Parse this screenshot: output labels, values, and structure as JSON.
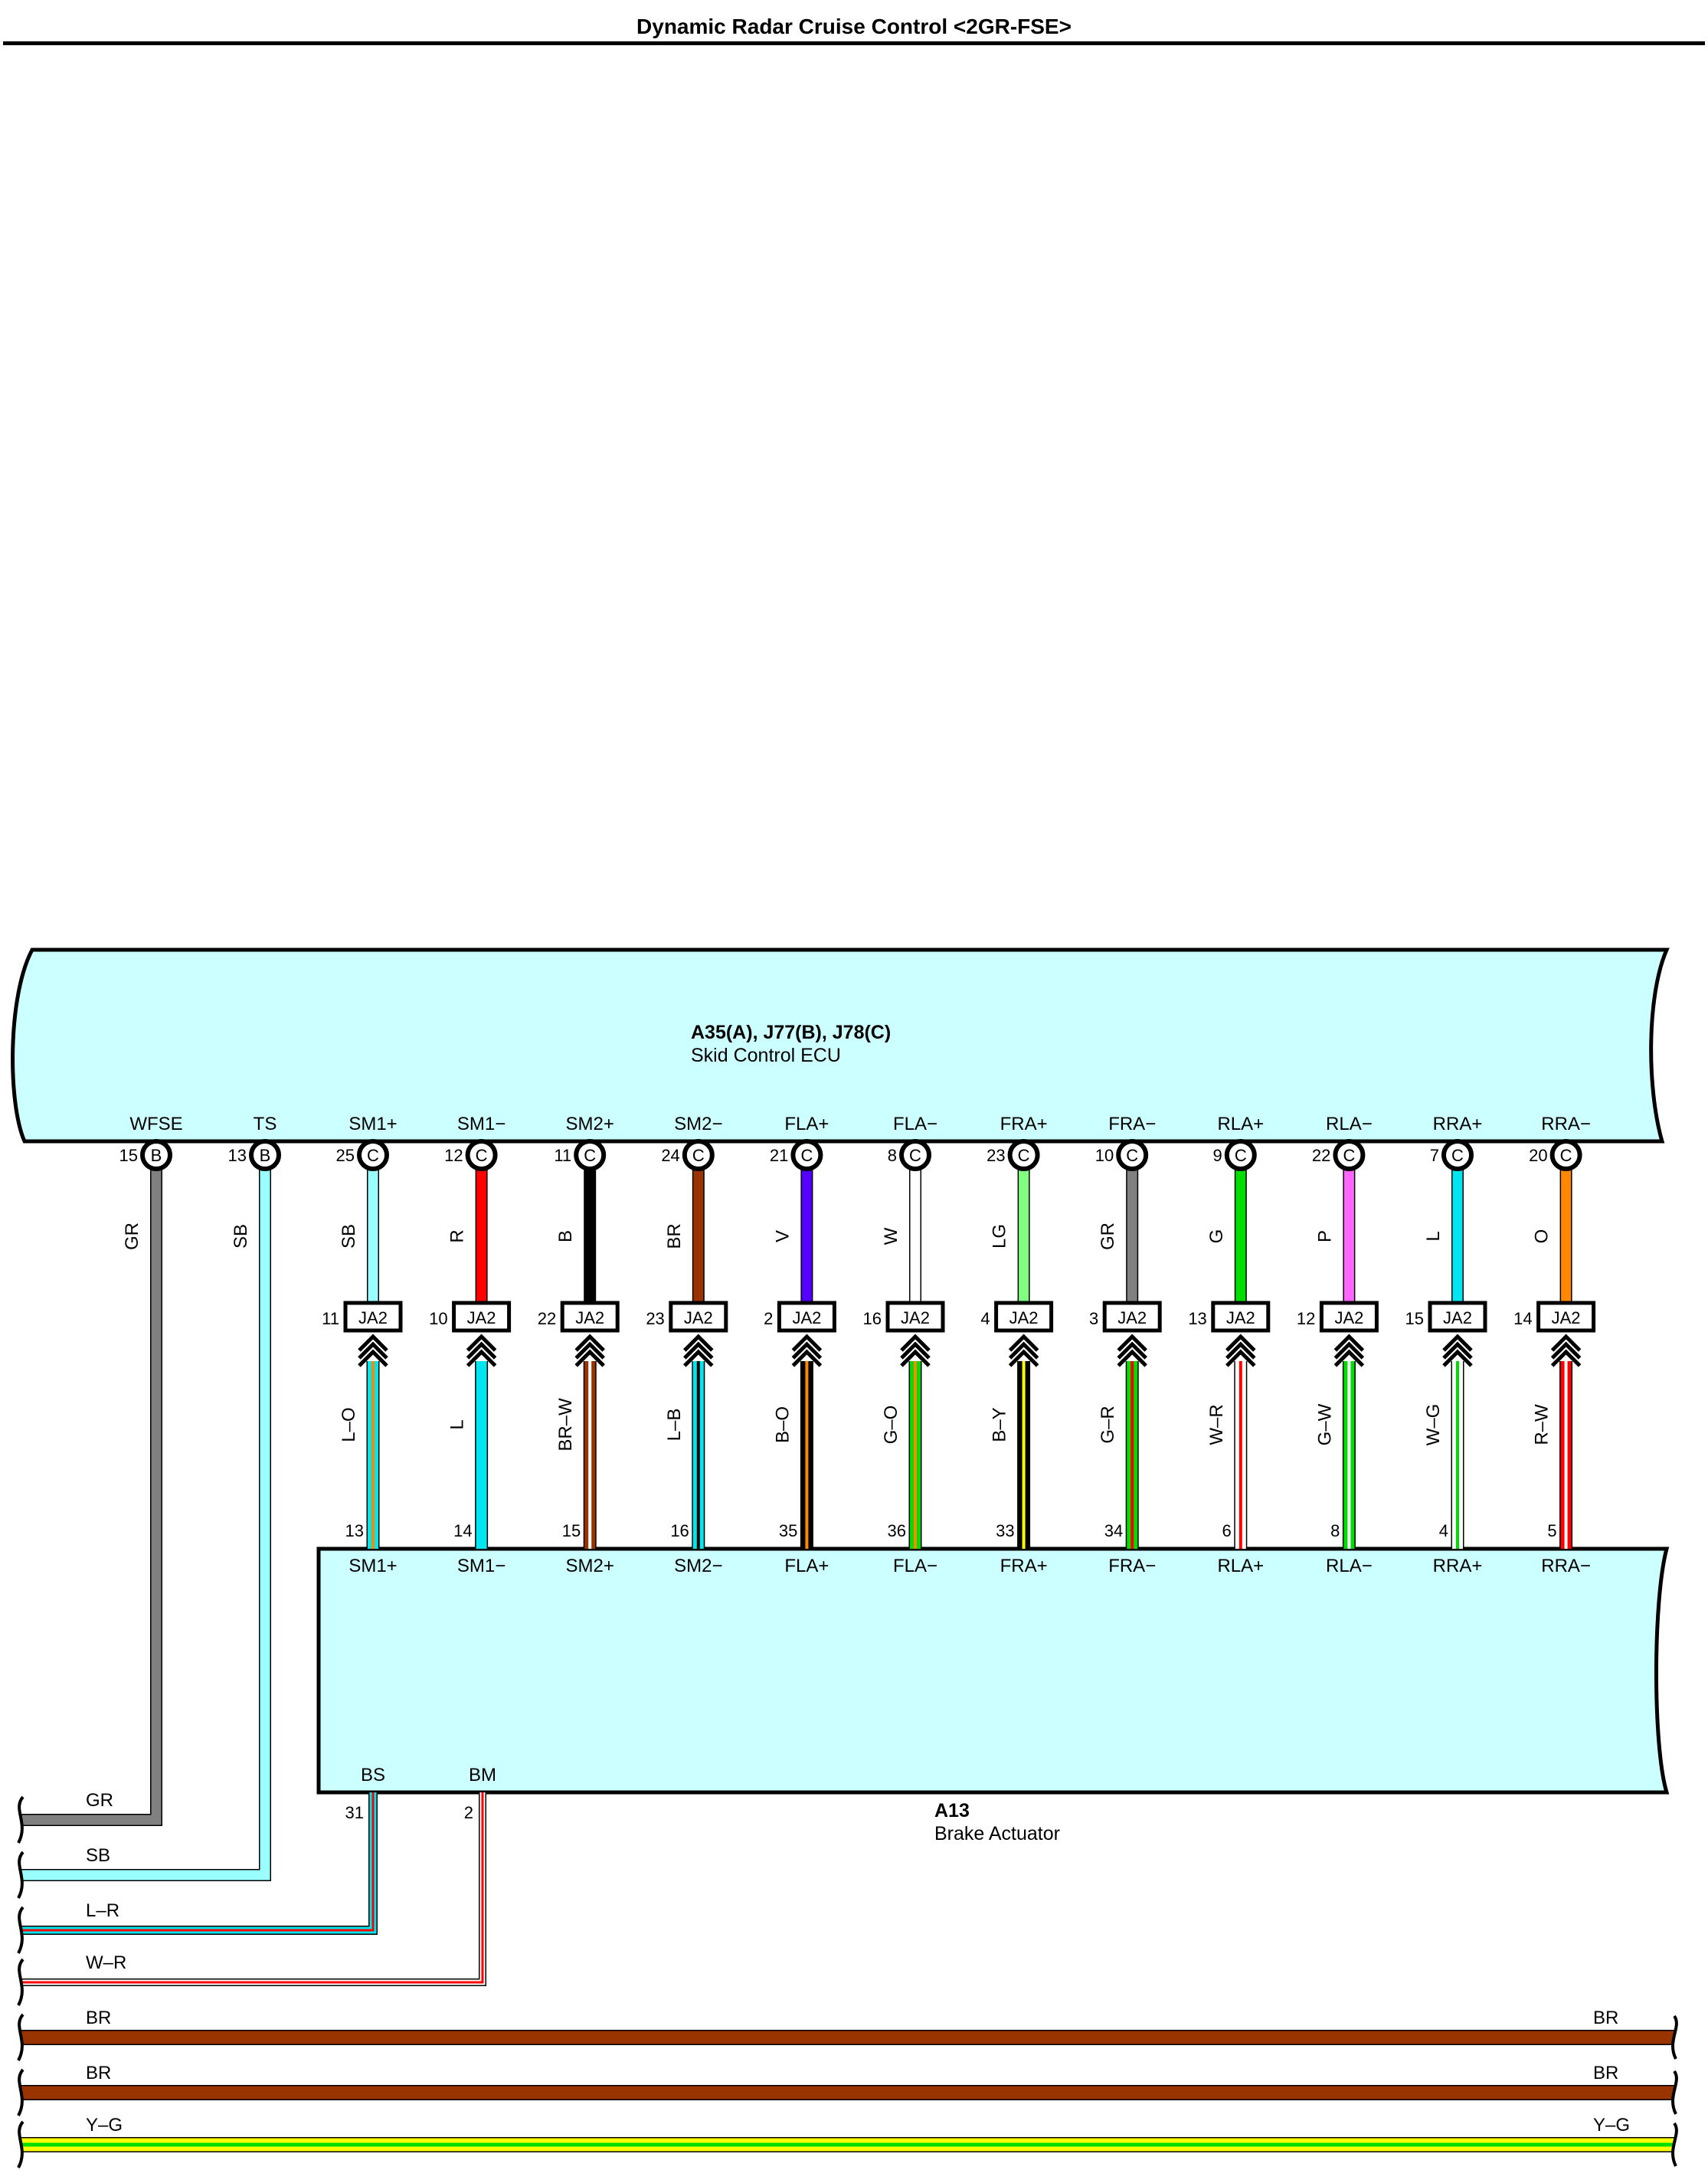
{
  "title": "Dynamic Radar Cruise Control <2GR-FSE>",
  "ecu": {
    "code": "A35(A), J77(B), J78(C)",
    "name": "Skid Control ECU",
    "fill": "#ccffff"
  },
  "actuator": {
    "code": "A13",
    "name": "Brake Actuator",
    "fill": "#ccffff"
  },
  "junction_label": "JA2",
  "circuits": [
    {
      "sig": "SM1+",
      "ecu_pin": "25",
      "ecu_conn": "C",
      "upper_wire": "SB",
      "upper_colors": [
        "#99ffff"
      ],
      "ja_pin": "11",
      "lower_wire": "L-O",
      "lower_colors": [
        "#00e5ee",
        "#ff8800"
      ],
      "act_pin": "13",
      "act_label": "SM1+"
    },
    {
      "sig": "SM1−",
      "ecu_pin": "12",
      "ecu_conn": "C",
      "upper_wire": "R",
      "upper_colors": [
        "#ff0000"
      ],
      "ja_pin": "10",
      "lower_wire": "L",
      "lower_colors": [
        "#00e5ee"
      ],
      "act_pin": "14",
      "act_label": "SM1−"
    },
    {
      "sig": "SM2+",
      "ecu_pin": "11",
      "ecu_conn": "C",
      "upper_wire": "B",
      "upper_colors": [
        "#000000"
      ],
      "ja_pin": "22",
      "lower_wire": "BR-W",
      "lower_colors": [
        "#993300",
        "#ffffff"
      ],
      "act_pin": "15",
      "act_label": "SM2+"
    },
    {
      "sig": "SM2−",
      "ecu_pin": "24",
      "ecu_conn": "C",
      "upper_wire": "BR",
      "upper_colors": [
        "#993300"
      ],
      "ja_pin": "23",
      "lower_wire": "L-B",
      "lower_colors": [
        "#00e5ee",
        "#000000"
      ],
      "act_pin": "16",
      "act_label": "SM2−"
    },
    {
      "sig": "FLA+",
      "ecu_pin": "21",
      "ecu_conn": "C",
      "upper_wire": "V",
      "upper_colors": [
        "#5500ff"
      ],
      "ja_pin": "2",
      "lower_wire": "B-O",
      "lower_colors": [
        "#000000",
        "#ff8800"
      ],
      "act_pin": "35",
      "act_label": "FLA+"
    },
    {
      "sig": "FLA−",
      "ecu_pin": "8",
      "ecu_conn": "C",
      "upper_wire": "W",
      "upper_colors": [
        "#ffffff"
      ],
      "ja_pin": "16",
      "lower_wire": "G-O",
      "lower_colors": [
        "#00dd00",
        "#ff8800"
      ],
      "act_pin": "36",
      "act_label": "FLA−"
    },
    {
      "sig": "FRA+",
      "ecu_pin": "23",
      "ecu_conn": "C",
      "upper_wire": "LG",
      "upper_colors": [
        "#80ff80"
      ],
      "ja_pin": "4",
      "lower_wire": "B-Y",
      "lower_colors": [
        "#000000",
        "#ffff00"
      ],
      "act_pin": "33",
      "act_label": "FRA+"
    },
    {
      "sig": "FRA−",
      "ecu_pin": "10",
      "ecu_conn": "C",
      "upper_wire": "GR",
      "upper_colors": [
        "#808080"
      ],
      "ja_pin": "3",
      "lower_wire": "G-R",
      "lower_colors": [
        "#00dd00",
        "#ff0000"
      ],
      "act_pin": "34",
      "act_label": "FRA−"
    },
    {
      "sig": "RLA+",
      "ecu_pin": "9",
      "ecu_conn": "C",
      "upper_wire": "G",
      "upper_colors": [
        "#00dd00"
      ],
      "ja_pin": "13",
      "lower_wire": "W-R",
      "lower_colors": [
        "#ffffff",
        "#ff0000"
      ],
      "act_pin": "6",
      "act_label": "RLA+"
    },
    {
      "sig": "RLA−",
      "ecu_pin": "22",
      "ecu_conn": "C",
      "upper_wire": "P",
      "upper_colors": [
        "#ff66ff"
      ],
      "ja_pin": "12",
      "lower_wire": "G-W",
      "lower_colors": [
        "#00dd00",
        "#ffffff"
      ],
      "act_pin": "8",
      "act_label": "RLA−"
    },
    {
      "sig": "RRA+",
      "ecu_pin": "7",
      "ecu_conn": "C",
      "upper_wire": "L",
      "upper_colors": [
        "#00e5ee"
      ],
      "ja_pin": "15",
      "lower_wire": "W-G",
      "lower_colors": [
        "#ffffff",
        "#00dd00"
      ],
      "act_pin": "4",
      "act_label": "RRA+"
    },
    {
      "sig": "RRA−",
      "ecu_pin": "20",
      "ecu_conn": "C",
      "upper_wire": "O",
      "upper_colors": [
        "#ff8800"
      ],
      "ja_pin": "14",
      "lower_wire": "R-W",
      "lower_colors": [
        "#ff0000",
        "#ffffff"
      ],
      "act_pin": "5",
      "act_label": "RRA−"
    }
  ],
  "side_circuits": [
    {
      "sig": "WFSE",
      "ecu_pin": "15",
      "ecu_conn": "B",
      "wire": "GR",
      "colors": [
        "#808080"
      ]
    },
    {
      "sig": "TS",
      "ecu_pin": "13",
      "ecu_conn": "B",
      "wire": "SB",
      "colors": [
        "#99ffff"
      ]
    }
  ],
  "actuator_bottom": [
    {
      "sig": "BS",
      "pin": "31",
      "wire": "L-R",
      "colors": [
        "#00e5ee",
        "#ff0000"
      ]
    },
    {
      "sig": "BM",
      "pin": "2",
      "wire": "W-R",
      "colors": [
        "#ffffff",
        "#ff0000"
      ]
    }
  ],
  "through_wires": [
    {
      "left_label": "BR",
      "right_label": "BR",
      "colors": [
        "#993300"
      ]
    },
    {
      "left_label": "BR",
      "right_label": "BR",
      "colors": [
        "#993300"
      ]
    },
    {
      "left_label": "Y-G",
      "right_label": "Y-G",
      "colors": [
        "#ffff00",
        "#00dd00"
      ]
    }
  ]
}
